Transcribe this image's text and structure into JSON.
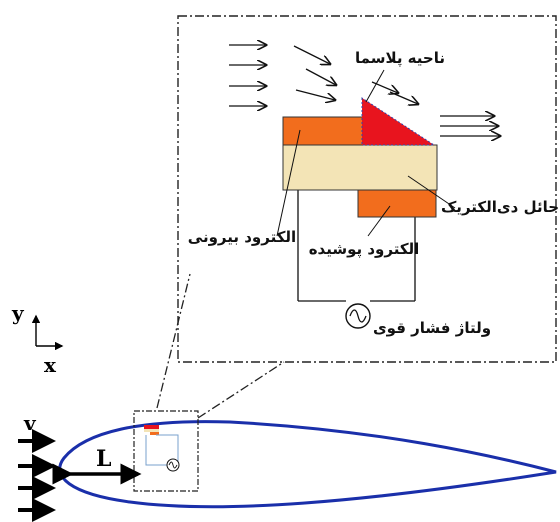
{
  "labels": {
    "plasma_region": "ناحیه پلاسما",
    "dielectric_barrier": "حائل دی‌الکتریک",
    "exposed_electrode": "الکترود بیرونی",
    "covered_electrode": "الکترود پوشیده",
    "high_voltage": "ولتاژ فشار قوی",
    "axis_y": "y",
    "axis_x": "x",
    "velocity": "v",
    "length": "L"
  },
  "colors": {
    "frame": "#222222",
    "airfoil": "#1a2faa",
    "electrode": "#f26d1d",
    "dielectric": "#f3e4b6",
    "plasma": "#e8141e",
    "arrow": "#111111",
    "wire": "#111111"
  },
  "icons": [
    "ac-source-icon",
    "flow-arrow-icon"
  ]
}
